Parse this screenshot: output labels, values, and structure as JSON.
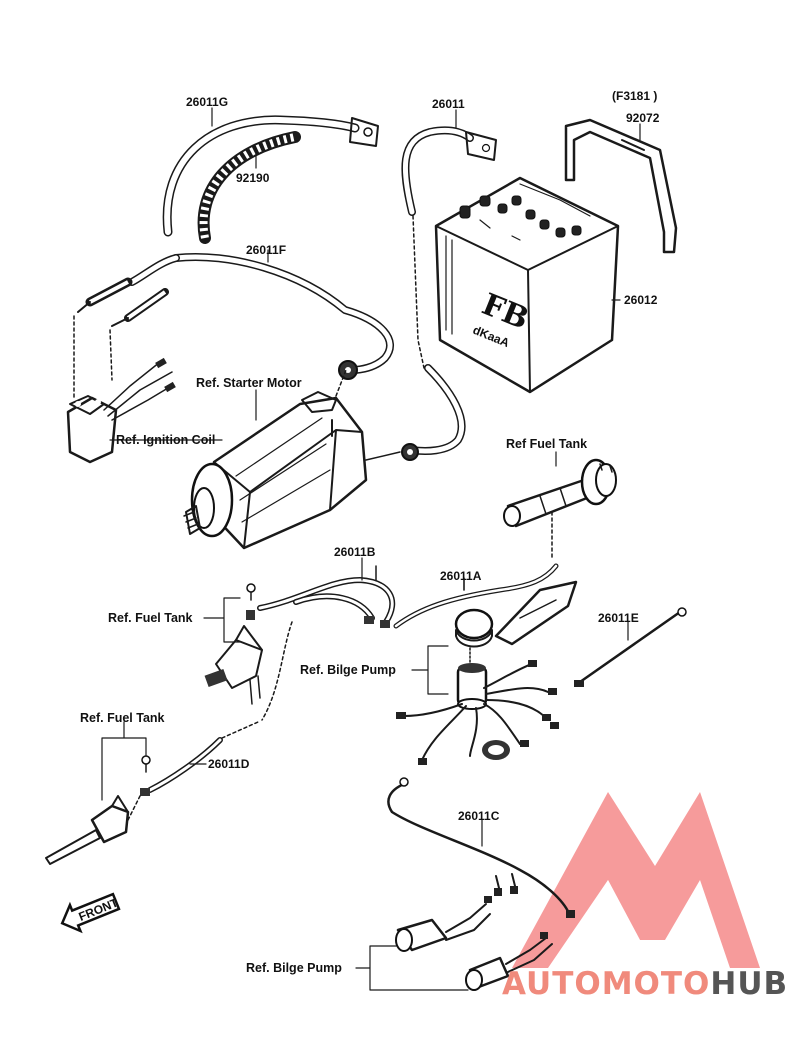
{
  "code": "(F3181 )",
  "parts": {
    "p26011G": "26011G",
    "p92190": "92190",
    "p26011": "26011",
    "p92072": "92072",
    "p26011F": "26011F",
    "p26012": "26012",
    "p26011B": "26011B",
    "p26011A": "26011A",
    "p26011E": "26011E",
    "p26011D": "26011D",
    "p26011C": "26011C"
  },
  "refs": {
    "starter_motor": "Ref. Starter Motor",
    "ignition_coil": "Ref. Ignition Coil",
    "fuel_tank_top": "Ref  Fuel Tank",
    "fuel_tank_mid": "Ref. Fuel Tank",
    "fuel_tank_low": "Ref. Fuel Tank",
    "bilge_pump_mid": "Ref. Bilge Pump",
    "bilge_pump_low": "Ref. Bilge Pump"
  },
  "battery_logo": "FB",
  "battery_brand": "dKaaA",
  "front_label": "FRONT",
  "watermark": {
    "word_a": "AUTOMOTO",
    "word_b": "HUB",
    "color_a": "#f08a7c",
    "color_b": "#555555",
    "triangle_color": "#ef4a4a"
  }
}
